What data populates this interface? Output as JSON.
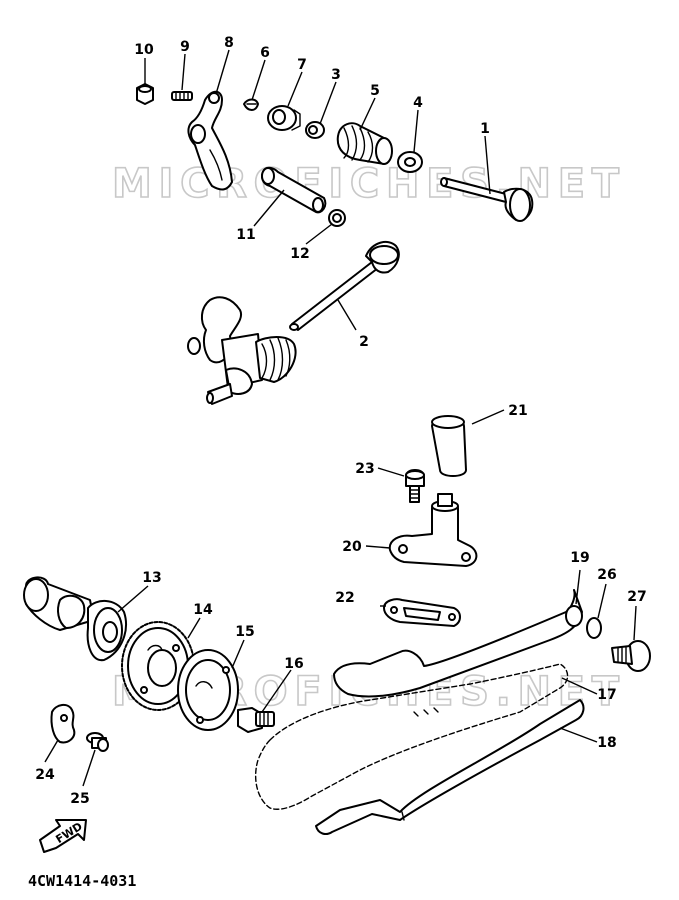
{
  "diagram": {
    "drawing_code": "4CW1414-4031",
    "watermark_text": "MICROFICHES.NET",
    "fwd_label": "FWD",
    "callouts": [
      "1",
      "2",
      "3",
      "4",
      "5",
      "6",
      "7",
      "8",
      "9",
      "10",
      "11",
      "12",
      "13",
      "14",
      "15",
      "16",
      "17",
      "18",
      "19",
      "20",
      "21",
      "22",
      "23",
      "24",
      "25",
      "26",
      "27"
    ]
  }
}
